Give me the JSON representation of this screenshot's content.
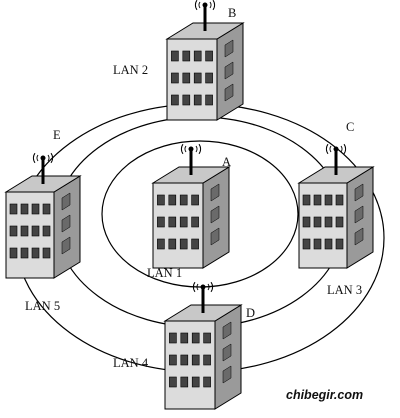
{
  "diagram": {
    "rings": 3,
    "colors": {
      "background": "#ffffff",
      "line": "#000000",
      "building_front": "#dcdcdc",
      "building_side": "#9a9a9a",
      "building_roof": "#c8c8c8",
      "window": "#444444"
    },
    "nodes": [
      {
        "id": "A",
        "letter": "A",
        "lan": "LAN 1"
      },
      {
        "id": "B",
        "letter": "B",
        "lan": "LAN 2"
      },
      {
        "id": "C",
        "letter": "C",
        "lan": "LAN 3"
      },
      {
        "id": "D",
        "letter": "D",
        "lan": "LAN 4"
      },
      {
        "id": "E",
        "letter": "E",
        "lan": "LAN 5"
      }
    ],
    "watermark": "chibegir.com"
  }
}
